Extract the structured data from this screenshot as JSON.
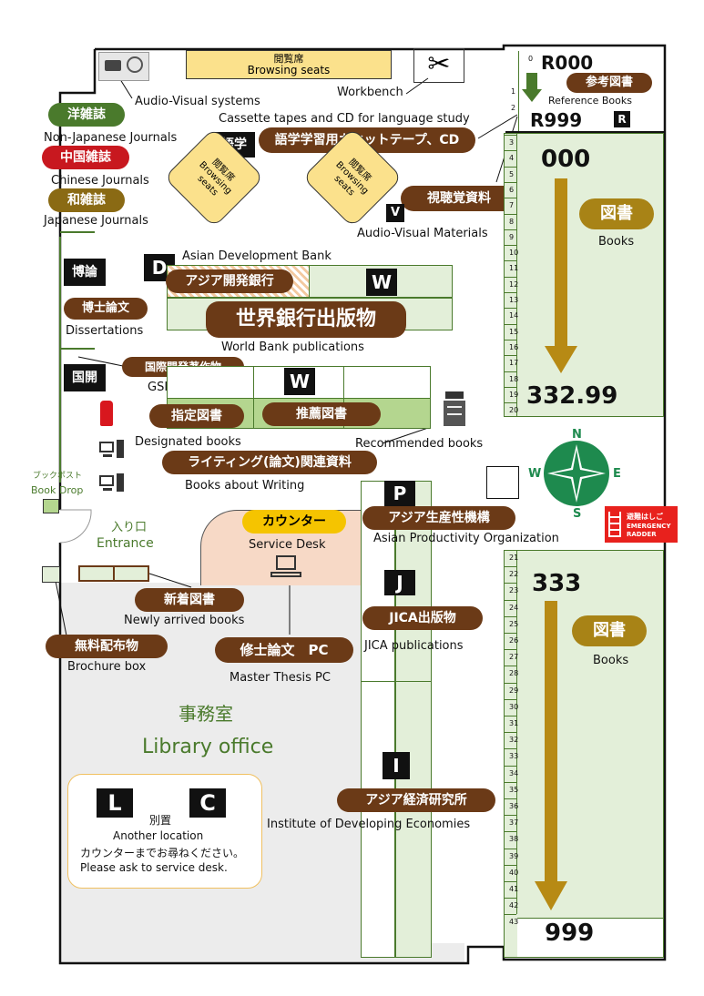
{
  "browsing_top": {
    "jp": "閲覧席",
    "en": "Browsing seats"
  },
  "av_systems": "Audio-Visual systems",
  "workbench": "Workbench",
  "cassette": "Cassette tapes and CD for language study",
  "lang_pill": "語学学習用カセットテープ、CD",
  "lang_block": "語学",
  "yozasshi": {
    "jp": "洋雑誌",
    "en": "Non-Japanese Journals"
  },
  "chugoku": {
    "jp": "中国雑誌",
    "en": "Chinese Journals"
  },
  "wazasshi": {
    "jp": "和雑誌",
    "en": "Japanese Journals"
  },
  "seat_jp": "閲覧席",
  "seat_en1": "Browsing",
  "seat_en2": "seats",
  "shicho": "視聴覚資料",
  "v_letter": "V",
  "av_materials": "Audio-Visual Materials",
  "adb": {
    "letter": "D",
    "en": "Asian Development Bank",
    "jp": "アジア開発銀行"
  },
  "wb": {
    "letter": "W",
    "jp": "世界銀行出版物",
    "en": "World Bank publications"
  },
  "hakuron": {
    "block": "博論",
    "jp": "博士論文",
    "en": "Dissertations"
  },
  "kokukai": {
    "block": "国開",
    "jp": "国際開発著作物",
    "en": "GSID Publications"
  },
  "shitei": {
    "jp": "指定図書",
    "en": "Designated books"
  },
  "suisen": {
    "jp": "推薦図書",
    "en": "Recommended books"
  },
  "writing": {
    "jp": "ライティング(論文)関連資料",
    "en": "Books about Writing"
  },
  "bookdrop": {
    "jp": "ブックポスト",
    "en": "Book Drop"
  },
  "entrance": {
    "jp": "入り口",
    "en": "Entrance"
  },
  "counter": {
    "jp": "カウンター",
    "en": "Service Desk"
  },
  "apo": {
    "letter": "P",
    "jp": "アジア生産性機構",
    "en": "Asian Productivity Organization"
  },
  "jica": {
    "letter": "J",
    "jp": "JICA出版物",
    "en": "JICA publications"
  },
  "ide": {
    "letter": "I",
    "jp": "アジア経済研究所",
    "en": "Institute of Developing Economies"
  },
  "newly": {
    "jp": "新着図書",
    "en": "Newly arrived books"
  },
  "brochure": {
    "jp": "無料配布物",
    "en": "Brochure box"
  },
  "thesis_pc": {
    "jp": "修士論文　PC",
    "en": "Master Thesis PC"
  },
  "office": {
    "jp": "事務室",
    "en": "Library office"
  },
  "another": {
    "l": "L",
    "c": "C",
    "jp": "別置",
    "en": "Another location",
    "jp2": "カウンターまでお尋ねください。",
    "en2": "Please ask to service desk."
  },
  "reference": {
    "start": "R000",
    "end": "R999",
    "r": "R",
    "jp": "参考図書",
    "en": "Reference Books",
    "nums": [
      "0",
      "1",
      "2"
    ]
  },
  "books_upper": {
    "start": "000",
    "end": "332.99",
    "jp": "図書",
    "en": "Books",
    "nums": [
      "3",
      "4",
      "5",
      "6",
      "7",
      "8",
      "9",
      "10",
      "11",
      "12",
      "13",
      "14",
      "15",
      "16",
      "17",
      "18",
      "19",
      "20"
    ]
  },
  "books_lower": {
    "start": "333",
    "end": "999",
    "jp": "図書",
    "en": "Books",
    "nums": [
      "21",
      "22",
      "23",
      "24",
      "25",
      "26",
      "27",
      "28",
      "29",
      "30",
      "31",
      "32",
      "33",
      "34",
      "35",
      "36",
      "37",
      "38",
      "39",
      "40",
      "41",
      "42",
      "43"
    ]
  },
  "compass": {
    "n": "N",
    "s": "S",
    "e": "E",
    "w": "W"
  },
  "emergency": {
    "jp": "避難はしご",
    "en1": "EMERGENCY",
    "en2": "RADDER"
  },
  "colors": {
    "shelf_fill": "#e3efd9",
    "shelf_line": "#4a7a2c",
    "pill_brown": "#6b3a17",
    "arrow_gold": "#b78a14",
    "office_gray": "#ececec",
    "counter_peach": "#f7d9c6",
    "emergency_red": "#e8211d"
  }
}
